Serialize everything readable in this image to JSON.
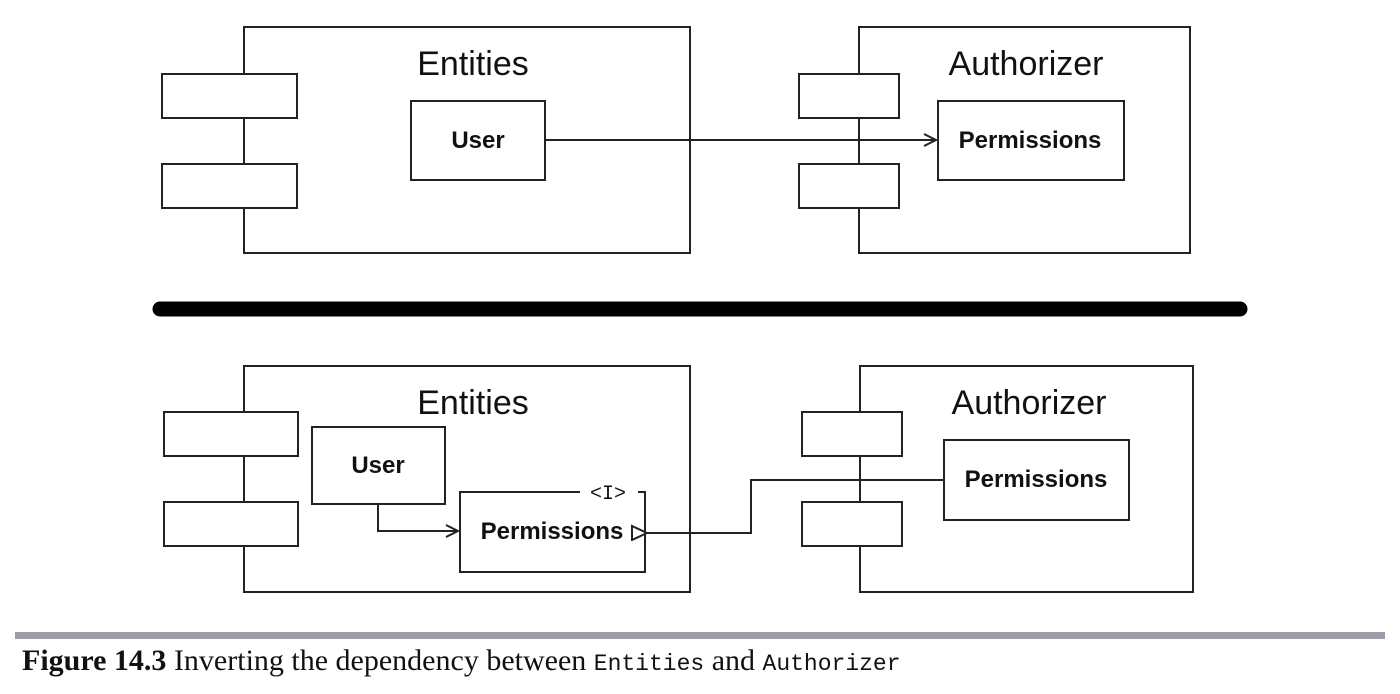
{
  "top_diagram": {
    "left_component": {
      "title": "Entities",
      "class": "User"
    },
    "right_component": {
      "title": "Authorizer",
      "class": "Permissions"
    }
  },
  "bottom_diagram": {
    "left_component": {
      "title": "Entities",
      "class_user": "User",
      "interface": "Permissions",
      "interface_stereotype": "<I>"
    },
    "right_component": {
      "title": "Authorizer",
      "class": "Permissions"
    }
  },
  "caption": {
    "number": "Figure 14.3",
    "text_before": "Inverting the dependency between",
    "code_1": "Entities",
    "text_middle": "and",
    "code_2": "Authorizer"
  }
}
